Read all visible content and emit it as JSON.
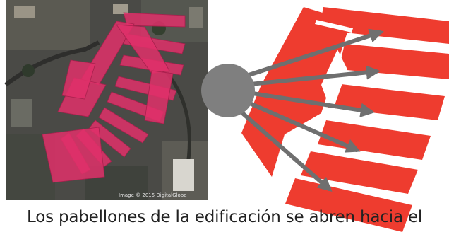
{
  "photo": {
    "credit": "Image © 2015 DigitalGlobe",
    "building_color": "#e0306a"
  },
  "diagram": {
    "plan_color": "#ee3c2f",
    "hub_color": "#7f7f7f",
    "arrow_color": "#6f6f6f",
    "arrow_count": 5
  },
  "caption": "Los pabellones de la edificación se abren hacia el"
}
